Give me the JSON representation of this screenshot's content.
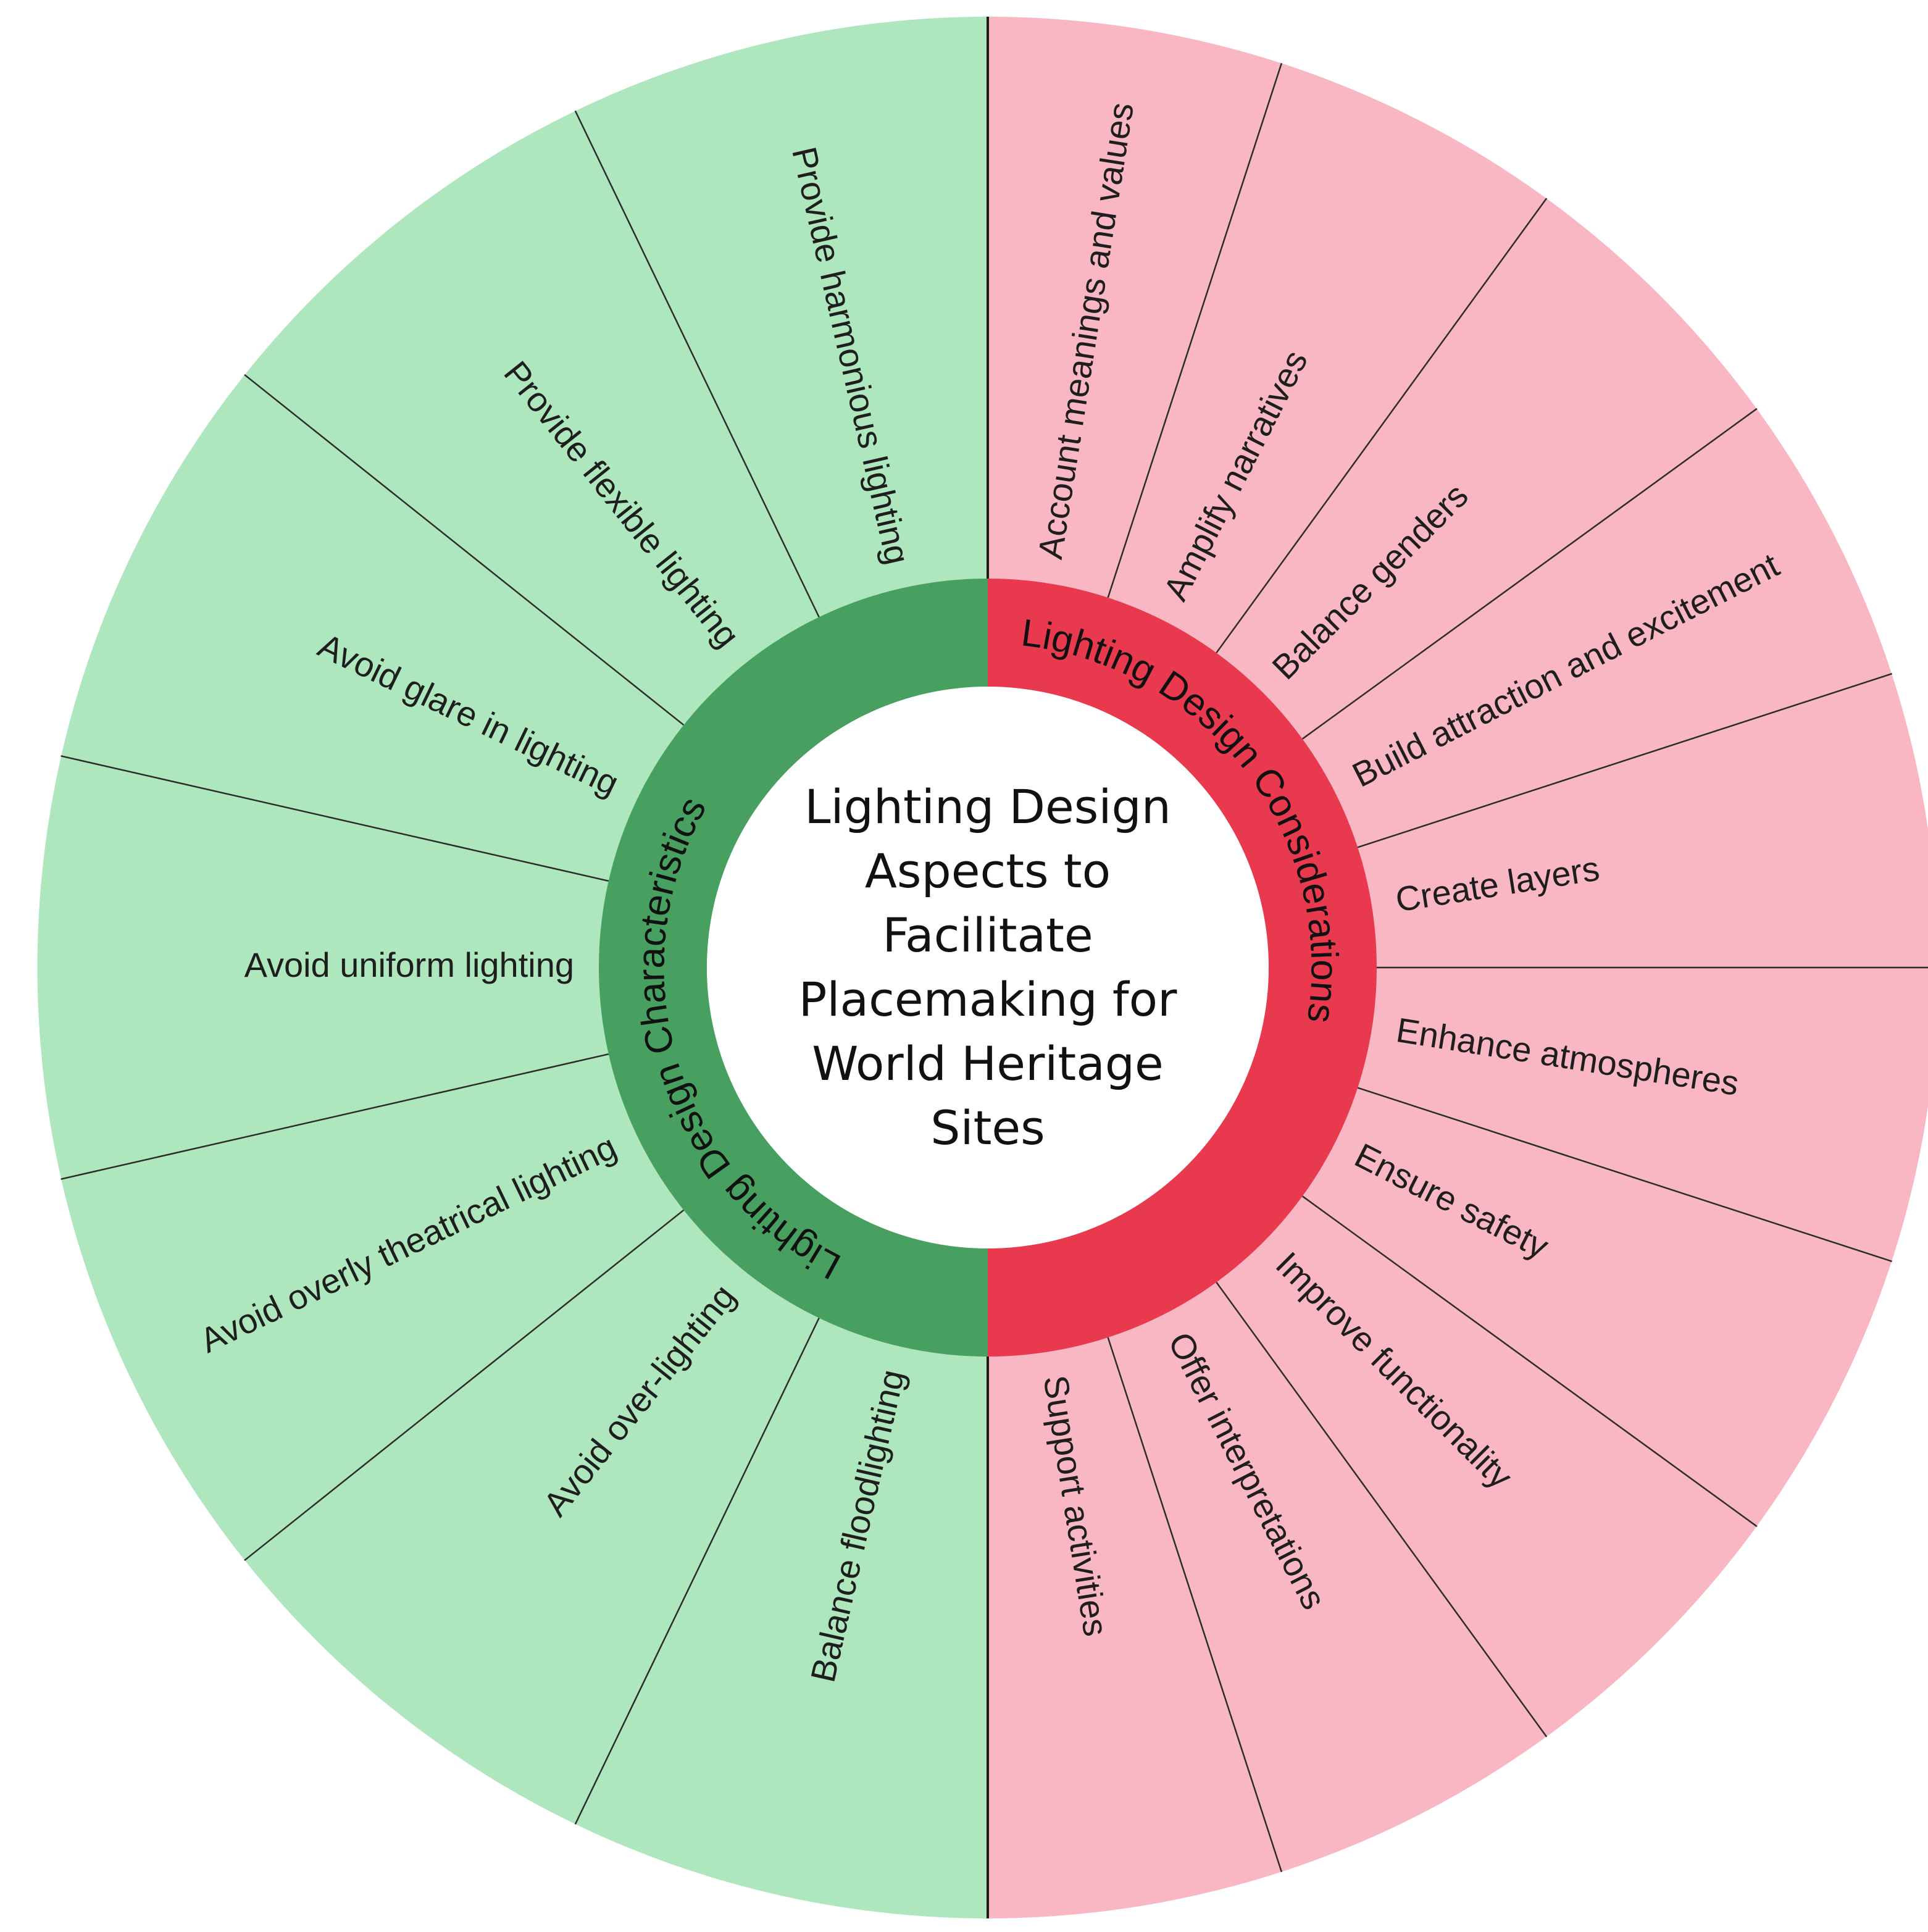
{
  "center": {
    "title_lines": [
      "Lighting Design",
      "Aspects to",
      "Facilitate",
      "Placemaking for",
      "World Heritage",
      "Sites"
    ]
  },
  "colors": {
    "left_outer": "#aee6bd",
    "left_ring": "#48a060",
    "right_outer": "#f8b7c2",
    "right_ring": "#e9394f",
    "center_fill": "#ffffff"
  },
  "groups": {
    "left": {
      "label": "Lighting Design Characteristics",
      "items": [
        "Balance floodlighting",
        "Avoid over-lighting",
        "Avoid overly theatrical lighting",
        "Avoid uniform lighting",
        "Avoid glare in lighting",
        "Provide flexible lighting",
        "Provide harmonious lighting"
      ]
    },
    "right": {
      "label": "Lighting Design Considerations",
      "items": [
        "Account meanings and values",
        "Amplify narratives",
        "Balance genders",
        "Build attraction and excitement",
        "Create layers",
        "Enhance atmospheres",
        "Ensure safety",
        "Improve functionality",
        "Offer interpretations",
        "Support activities"
      ]
    }
  }
}
